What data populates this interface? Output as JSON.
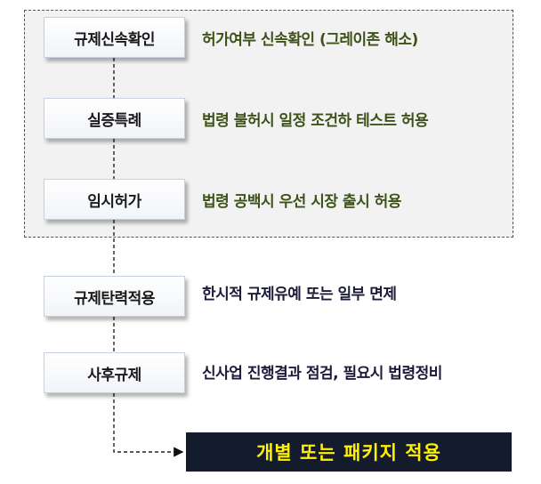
{
  "stages": [
    {
      "label": "규제신속확인",
      "description": "허가여부 신속확인 (그레이존 해소)"
    },
    {
      "label": "실증특례",
      "description": "법령 불허시 일정 조건하 테스트 허용"
    },
    {
      "label": "임시허가",
      "description": "법령 공백시 우선 시장 출시 허용"
    },
    {
      "label": "규제탄력적용",
      "description": "한시적 규제유예 또는 일부 면제"
    },
    {
      "label": "사후규제",
      "description": "신사업 진행결과 점검, 필요시 법령정비"
    }
  ],
  "result": {
    "label": "개별 또는 패키지 적용"
  },
  "colors": {
    "description_group": "#3d5218",
    "description_other": "#1c1c3a",
    "result_background": "#141b2d",
    "result_text": "#fff200"
  }
}
